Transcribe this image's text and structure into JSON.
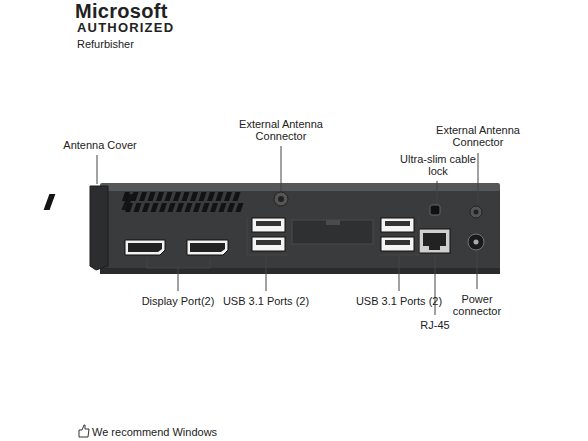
{
  "diagram": {
    "labels": [
      "Microsoft",
      "AUTHORIZED",
      "Refurbisher",
      "Antenna Cover",
      "External Antenna Connector",
      "External Antenna Connector",
      "Ultra-slim cable lock",
      "Display Port(2)",
      "USB 3.1 Ports (2)",
      "USB 3.1 Ports (2)",
      "RJ-45",
      "Power connector",
      "We recommend Windows"
    ]
  }
}
